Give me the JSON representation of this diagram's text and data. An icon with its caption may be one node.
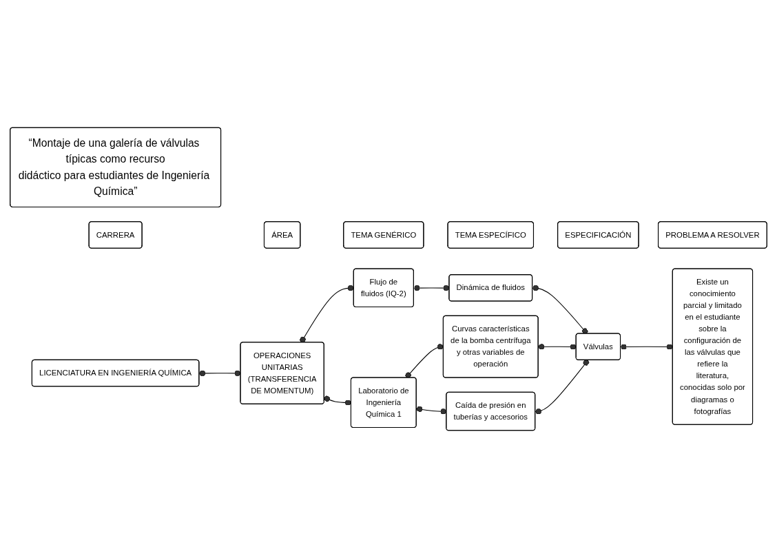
{
  "diagram": {
    "nodes": [
      {
        "text": [
          "“Montaje de una galería de válvulas típicas como recurso didáctico para estudiantes de Ingeniería Química”"
        ]
      },
      {
        "text": [
          "CARRERA"
        ]
      },
      {
        "text": [
          "ÁREA"
        ]
      },
      {
        "text": [
          "TEMA GENÉRICO"
        ]
      },
      {
        "text": [
          "TEMA ESPECÍFICO"
        ]
      },
      {
        "text": [
          "ESPECIFICACIÓN"
        ]
      },
      {
        "text": [
          "PROBLEMA A RESOLVER"
        ]
      },
      {
        "text": [
          "LICENCIATURA EN INGENIERÍA QUÍMICA"
        ]
      },
      {
        "text": [
          "OPERACIONES UNITARIAS (TRANSFERENCIA DE MOMENTUM)"
        ]
      },
      {
        "text": [
          "Flujo de fluidos (IQ-2)"
        ]
      },
      {
        "text": [
          "Dinámica de fluidos"
        ]
      },
      {
        "text": [
          "Laboratorio de Ingeniería Química 1"
        ]
      },
      {
        "text": [
          "Curvas características de la bomba centrífuga y otras variables de operación"
        ]
      },
      {
        "text": [
          "Caída de presión en tuberías y accesorios"
        ]
      },
      {
        "text": [
          "Válvulas"
        ]
      },
      {
        "text": [
          "Existe un conocimiento parcial y limitado en el estudiante sobre la configuración de las válvulas que refiere la literatura, conocidas solo por diagramas o fotografías"
        ]
      }
    ],
    "edges": [
      {
        "from": 7,
        "to": 8,
        "arrow": "other"
      },
      {
        "from": 8,
        "to": 9,
        "arrow": "other"
      },
      {
        "from": 8,
        "to": 11,
        "arrow": "other"
      },
      {
        "from": 9,
        "to": 10,
        "arrow": "other"
      },
      {
        "from": 11,
        "to": 12,
        "arrow": "other"
      },
      {
        "from": 11,
        "to": 13,
        "arrow": "other"
      },
      {
        "from": 10,
        "to": 14,
        "arrow": "other"
      },
      {
        "from": 12,
        "to": 14,
        "arrow": "other"
      },
      {
        "from": 13,
        "to": 14,
        "arrow": "other"
      },
      {
        "from": 14,
        "to": 15,
        "arrow": "other"
      }
    ]
  }
}
